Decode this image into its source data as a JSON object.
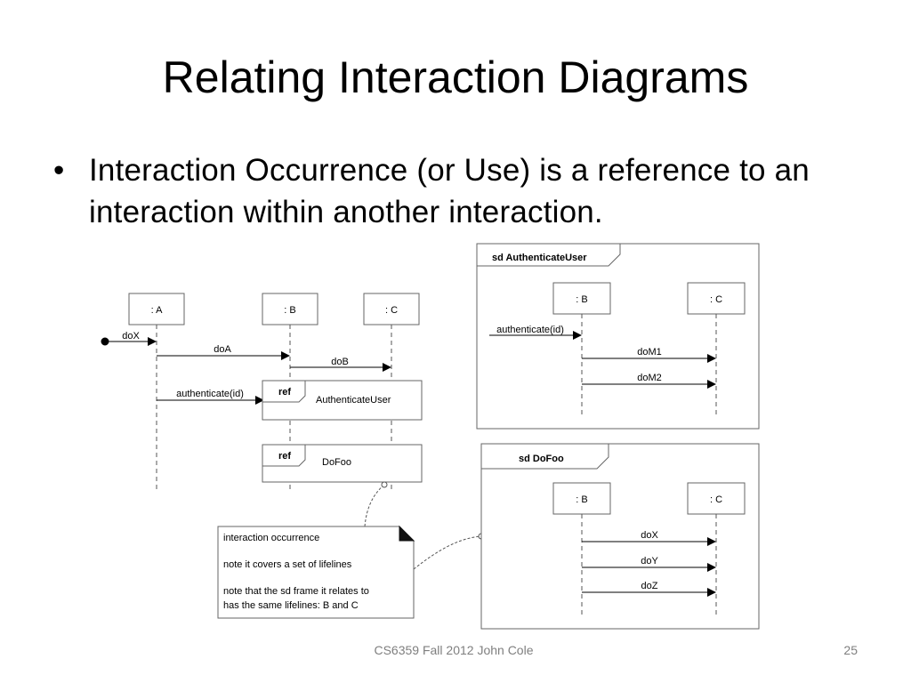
{
  "slide": {
    "title": "Relating Interaction Diagrams",
    "bullet": "•",
    "bullet_text": "Interaction Occurrence (or Use) is a reference to an interaction within another interaction.",
    "footer": "CS6359 Fall 2012 John Cole",
    "page_number": "25"
  },
  "diagram": {
    "lifelines": {
      "a": ": A",
      "b": ": B",
      "c": ": C"
    },
    "messages": {
      "dox": "doX",
      "doa": "doA",
      "dob": "doB",
      "authenticate": "authenticate(id)"
    },
    "refs": {
      "keyword": "ref",
      "authenticate_user": "AuthenticateUser",
      "dofoo": "DoFoo"
    },
    "note": {
      "line1": "interaction occurrence",
      "line2": "note it covers a set of lifelines",
      "line3": "note that the sd frame it relates to",
      "line4": "has the same lifelines: B and C"
    },
    "sd_authenticate": {
      "title": "sd AuthenticateUser",
      "lifeline_b": ": B",
      "lifeline_c": ": C",
      "msg_in": "authenticate(id)",
      "msg1": "doM1",
      "msg2": "doM2"
    },
    "sd_dofoo": {
      "title": "sd DoFoo",
      "lifeline_b": ": B",
      "lifeline_c": ": C",
      "msg1": "doX",
      "msg2": "doY",
      "msg3": "doZ"
    }
  }
}
